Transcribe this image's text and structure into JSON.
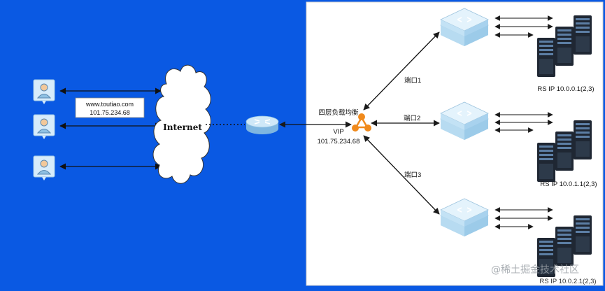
{
  "internet": {
    "label": "Internet"
  },
  "domain_box": {
    "domain": "www.toutiao.com",
    "ip": "101.75.234.68"
  },
  "load_balancer": {
    "title": "四层负载均衡",
    "vip_label": "VIP",
    "vip_ip": "101.75.234.68"
  },
  "ports": [
    "端口1",
    "端口2",
    "端口3"
  ],
  "real_servers": [
    {
      "label": "RS IP 10.0.0.1(2,3)"
    },
    {
      "label": "RS IP 10.0.1.1(2,3)"
    },
    {
      "label": "RS IP 10.0.2.1(2,3)"
    }
  ],
  "watermark": "@稀土掘金技术社区",
  "colors": {
    "background": "#0a59e3",
    "panel": "#ffffff",
    "lb": "#f08a1c",
    "switch": "#bfe0f4",
    "server": "#2a3340"
  }
}
